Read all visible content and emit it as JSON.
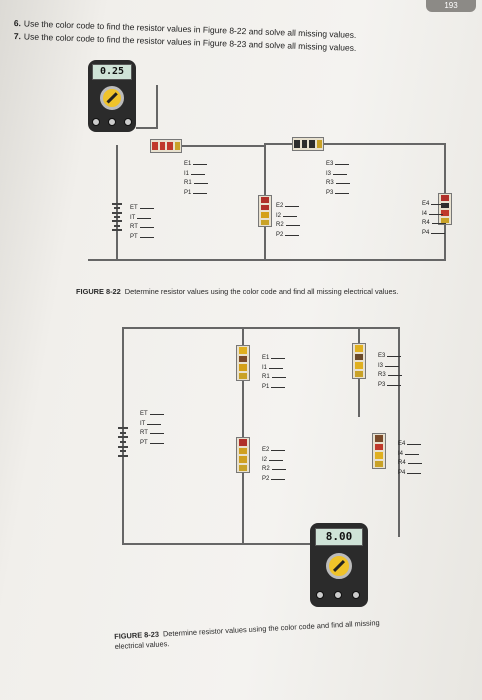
{
  "page": {
    "number": "193"
  },
  "questions": [
    {
      "number": "6.",
      "text": "Use the color code to find the resistor values in Figure 8-22 and solve all missing values."
    },
    {
      "number": "7.",
      "text": "Use the color code to find the resistor values in Figure 8-23 and solve all missing values."
    }
  ],
  "figure22": {
    "label": "FIGURE 8-22",
    "caption": "Determine resistor values using the color code and find all missing electrical values.",
    "meter_display": "0.25",
    "source_labels": [
      "ET",
      "IT",
      "RT",
      "PT"
    ],
    "r1_labels": [
      "E1",
      "I1",
      "R1",
      "P1"
    ],
    "r2_labels": [
      "E2",
      "I2",
      "R2",
      "P2"
    ],
    "r3_labels": [
      "E3",
      "I3",
      "R3",
      "P3"
    ],
    "r4_labels": [
      "E4",
      "I4",
      "R4",
      "P4"
    ],
    "r1_bands": [
      "#c0392b",
      "#c0392b",
      "#c0392b",
      "#c9a227"
    ],
    "r2_bands": [
      "#b0302a",
      "#b0302a",
      "#d4a017",
      "#c9a227"
    ],
    "r3_bands": [
      "#2d2d2d",
      "#2d2d2d",
      "#2d2d2d",
      "#c9a227"
    ],
    "r4_bands": [
      "#b0302a",
      "#2d2d2d",
      "#c0392b",
      "#c9a227"
    ]
  },
  "figure23": {
    "label": "FIGURE 8-23",
    "caption_line1": "Determine resistor values using the color code and find all missing",
    "caption_line2": "electrical values.",
    "meter_display": "8.00",
    "source_labels": [
      "ET",
      "IT",
      "RT",
      "PT"
    ],
    "r1_labels": [
      "E1",
      "I1",
      "R1",
      "P1"
    ],
    "r2_labels": [
      "E2",
      "I2",
      "R2",
      "P2"
    ],
    "r3_labels": [
      "E3",
      "I3",
      "R3",
      "P3"
    ],
    "r4_labels": [
      "E4",
      "I4",
      "R4",
      "P4"
    ],
    "r1_bands": [
      "#e0b020",
      "#7a4a2a",
      "#d4a017",
      "#c9a227"
    ],
    "r2_bands": [
      "#b0302a",
      "#d0a020",
      "#d0a020",
      "#c9a227"
    ],
    "r3_bands": [
      "#e0b020",
      "#6b4a2a",
      "#e0b020",
      "#c9a227"
    ],
    "r4_bands": [
      "#7a4a2a",
      "#c0392b",
      "#e0b020",
      "#c9a227"
    ]
  }
}
